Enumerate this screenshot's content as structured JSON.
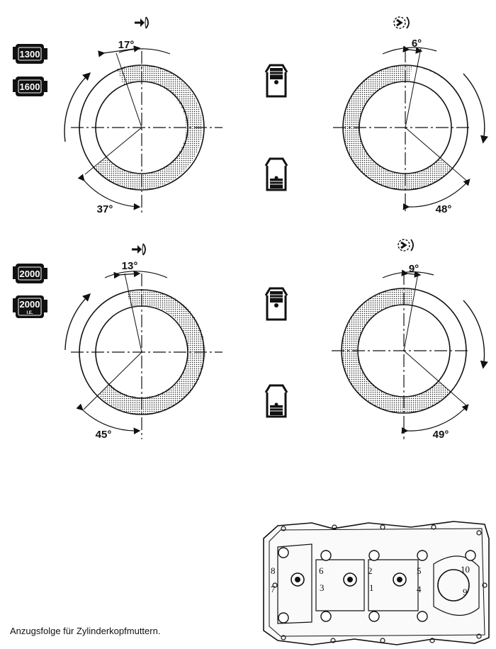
{
  "engine_badges": {
    "top": [
      "1300",
      "1600"
    ],
    "bottom": [
      "2000",
      "2000"
    ],
    "bottom_second_sub": "I.E."
  },
  "valve_timing": [
    {
      "group": "1300/1600",
      "valve": "intake",
      "icon": "intake-valve-icon",
      "opens_before_tdc": "17°",
      "closes_after_bdc": "37°"
    },
    {
      "group": "1300/1600",
      "valve": "exhaust",
      "icon": "exhaust-valve-icon",
      "opens_before_bdc": "48°",
      "closes_after_tdc": "6°"
    },
    {
      "group": "2000/2000 I.E.",
      "valve": "intake",
      "icon": "intake-valve-icon",
      "opens_before_tdc": "13°",
      "closes_after_bdc": "45°"
    },
    {
      "group": "2000/2000 I.E.",
      "valve": "exhaust",
      "icon": "exhaust-valve-icon",
      "opens_before_bdc": "49°",
      "closes_after_tdc": "9°"
    }
  ],
  "cylinder_head": {
    "nut_numbers": [
      "1",
      "2",
      "3",
      "4",
      "5",
      "6",
      "7",
      "8",
      "9",
      "10"
    ]
  },
  "caption": "Anzugsfolge für Zylinderkopfmuttern."
}
